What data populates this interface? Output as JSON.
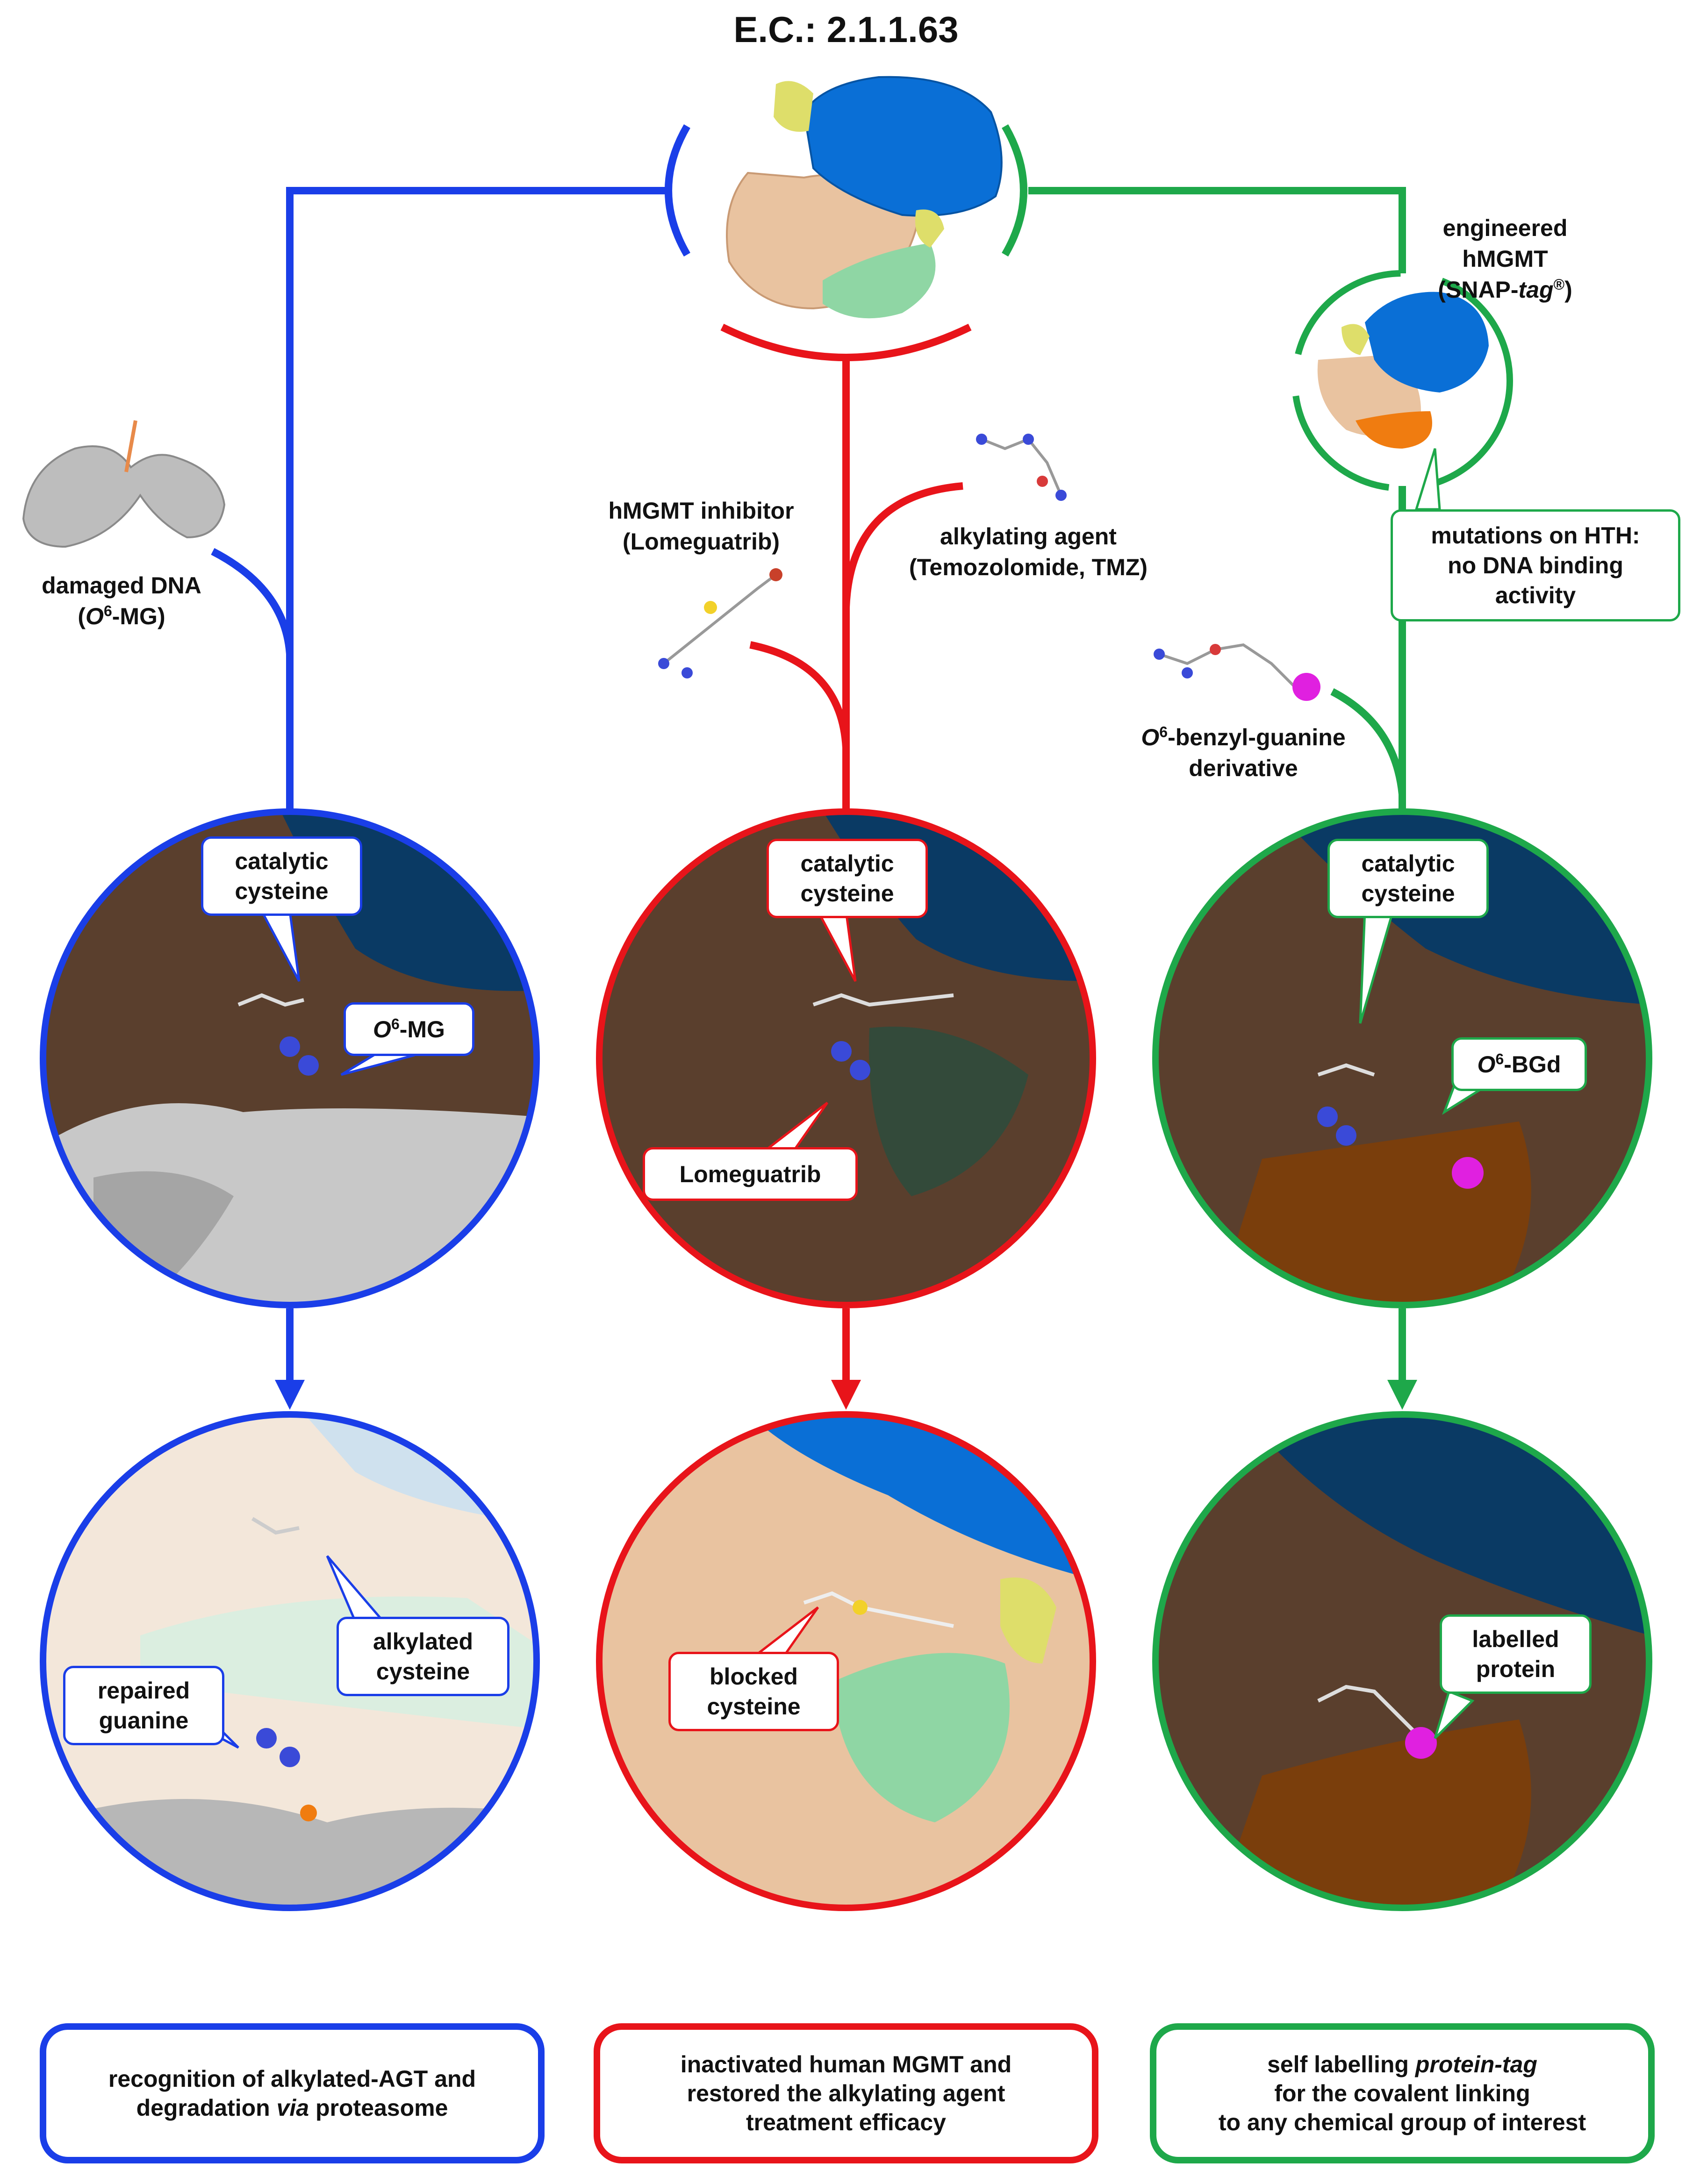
{
  "title": "E.C.: 2.1.1.63",
  "colors": {
    "blue": "#1a3ee8",
    "red": "#e8141a",
    "green": "#1ea84a",
    "protein_blue": "#0a6fd6",
    "protein_peach": "#e9c3a0",
    "protein_mint": "#8fd6a4",
    "protein_yellow": "#dede6a",
    "htH_orange": "#f07c10",
    "dna_grey": "#bdbdbd",
    "label_magenta": "#e020e0"
  },
  "inputs": {
    "damaged_dna": {
      "line1": "damaged DNA",
      "line2_italic": "O",
      "line2_sup": "6",
      "line2_rest": "-MG",
      "line2_open": "(",
      "line2_close": ")"
    },
    "inhibitor": {
      "line1": "hMGMT inhibitor",
      "line2": "(Lomeguatrib)"
    },
    "alkylating": {
      "line1": "alkylating agent",
      "line2": "(Temozolomide, TMZ)"
    },
    "engineered": {
      "line1": "engineered hMGMT",
      "line2_pre": "(SNAP-",
      "line2_italic": "tag",
      "line2_sup": "®",
      "line2_post": ")"
    },
    "benzyl": {
      "italic": "O",
      "sup": "6",
      "rest": "-benzyl-guanine",
      "line2": "derivative"
    }
  },
  "callouts": {
    "mutations": {
      "line1": "mutations on HTH:",
      "line2": "no DNA binding",
      "line3": "activity"
    },
    "blue_cys": {
      "line1": "catalytic",
      "line2": "cysteine"
    },
    "blue_o6mg": {
      "italic": "O",
      "sup": "6",
      "rest": "-MG"
    },
    "red_cys": {
      "line1": "catalytic",
      "line2": "cysteine"
    },
    "red_lomeguatrib": "Lomeguatrib",
    "green_cys": {
      "line1": "catalytic",
      "line2": "cysteine"
    },
    "green_o6bgd": {
      "italic": "O",
      "sup": "6",
      "rest": "-BGd"
    },
    "alkylated_cys": {
      "line1": "alkylated",
      "line2": "cysteine"
    },
    "repaired_guanine": {
      "line1": "repaired",
      "line2": "guanine"
    },
    "blocked_cys": {
      "line1": "blocked",
      "line2": "cysteine"
    },
    "labelled_protein": {
      "line1": "labelled",
      "line2": "protein"
    }
  },
  "summaries": {
    "blue": {
      "line1": "recognition of alkylated-AGT and",
      "line2_pre": "degradation ",
      "line2_italic": "via",
      "line2_post": " proteasome"
    },
    "red": {
      "line1": "inactivated human MGMT and",
      "line2": "restored the alkylating agent",
      "line3": "treatment efficacy"
    },
    "green": {
      "line1_pre": "self labelling ",
      "line1_italic": "protein-tag",
      "line2": "for the covalent linking",
      "line3": "to any chemical group of interest"
    }
  }
}
